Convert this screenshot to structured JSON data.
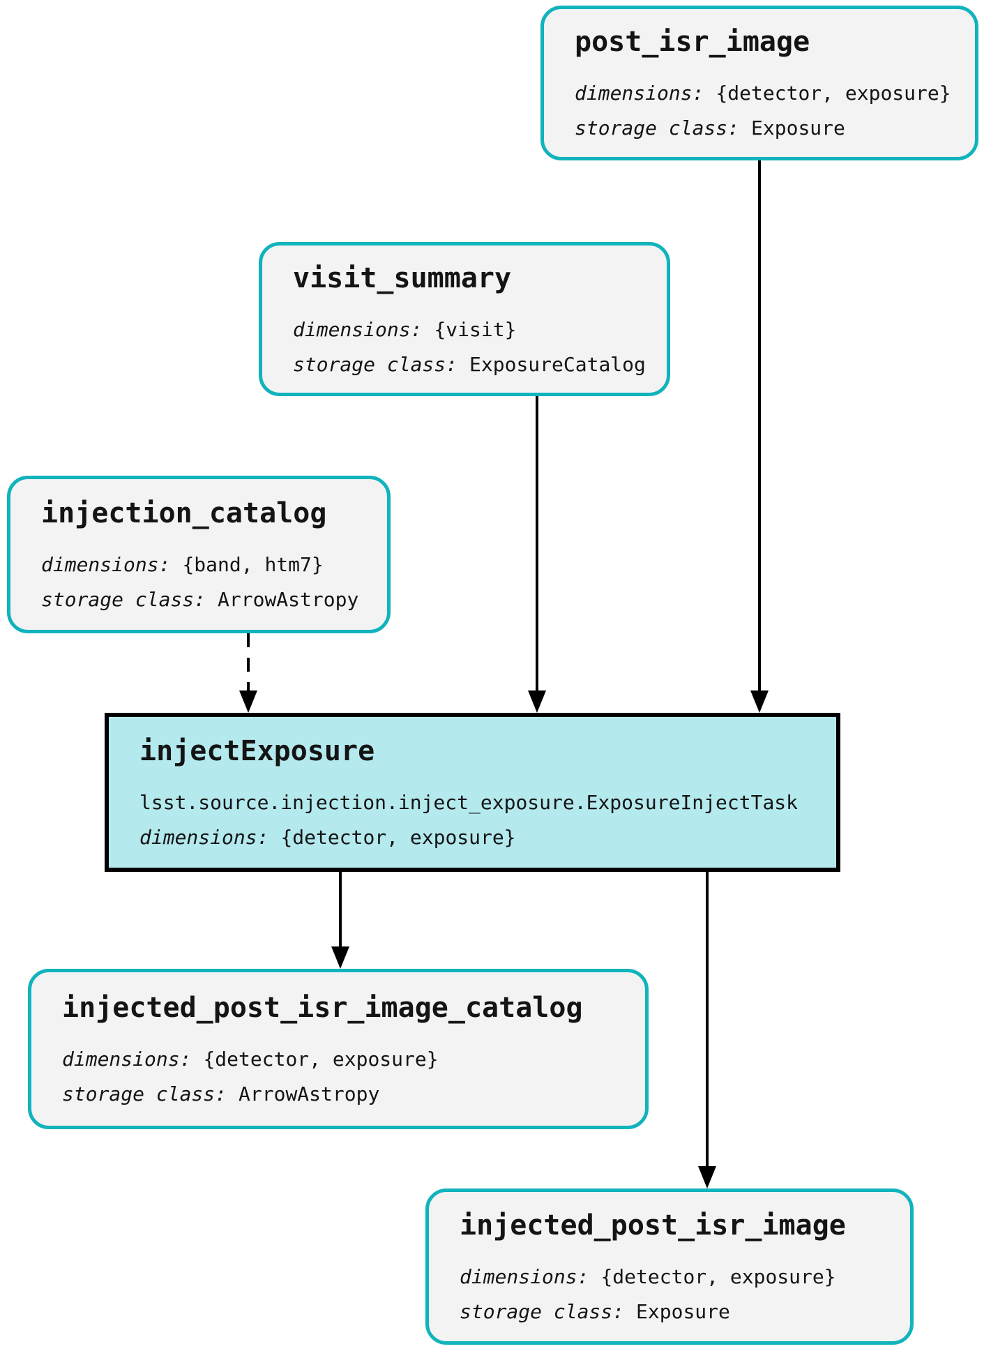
{
  "diagram": {
    "type": "pipeline-task-graph",
    "labels": {
      "dimensions": "dimensions:",
      "storage_class": "storage class:"
    },
    "nodes": {
      "post_isr_image": {
        "kind": "dataset",
        "title": "post_isr_image",
        "dimensions": "{detector, exposure}",
        "storage_class": "Exposure"
      },
      "visit_summary": {
        "kind": "dataset",
        "title": "visit_summary",
        "dimensions": "{visit}",
        "storage_class": "ExposureCatalog"
      },
      "injection_catalog": {
        "kind": "dataset",
        "title": "injection_catalog",
        "dimensions": "{band, htm7}",
        "storage_class": "ArrowAstropy"
      },
      "injectExposure": {
        "kind": "task",
        "title": "injectExposure",
        "task_class": "lsst.source.injection.inject_exposure.ExposureInjectTask",
        "dimensions": "{detector, exposure}"
      },
      "injected_post_isr_image_catalog": {
        "kind": "dataset",
        "title": "injected_post_isr_image_catalog",
        "dimensions": "{detector, exposure}",
        "storage_class": "ArrowAstropy"
      },
      "injected_post_isr_image": {
        "kind": "dataset",
        "title": "injected_post_isr_image",
        "dimensions": "{detector, exposure}",
        "storage_class": "Exposure"
      }
    },
    "edges": [
      {
        "from": "post_isr_image",
        "to": "injectExposure",
        "style": "solid"
      },
      {
        "from": "visit_summary",
        "to": "injectExposure",
        "style": "solid"
      },
      {
        "from": "injection_catalog",
        "to": "injectExposure",
        "style": "dashed"
      },
      {
        "from": "injectExposure",
        "to": "injected_post_isr_image_catalog",
        "style": "solid"
      },
      {
        "from": "injectExposure",
        "to": "injected_post_isr_image",
        "style": "solid"
      }
    ],
    "colors": {
      "accent_teal": "#11b3bc",
      "dataset_fill": "#f3f3f3",
      "task_fill": "#b4e9ee",
      "edge_color": "#000000",
      "text_color": "#141414"
    }
  }
}
